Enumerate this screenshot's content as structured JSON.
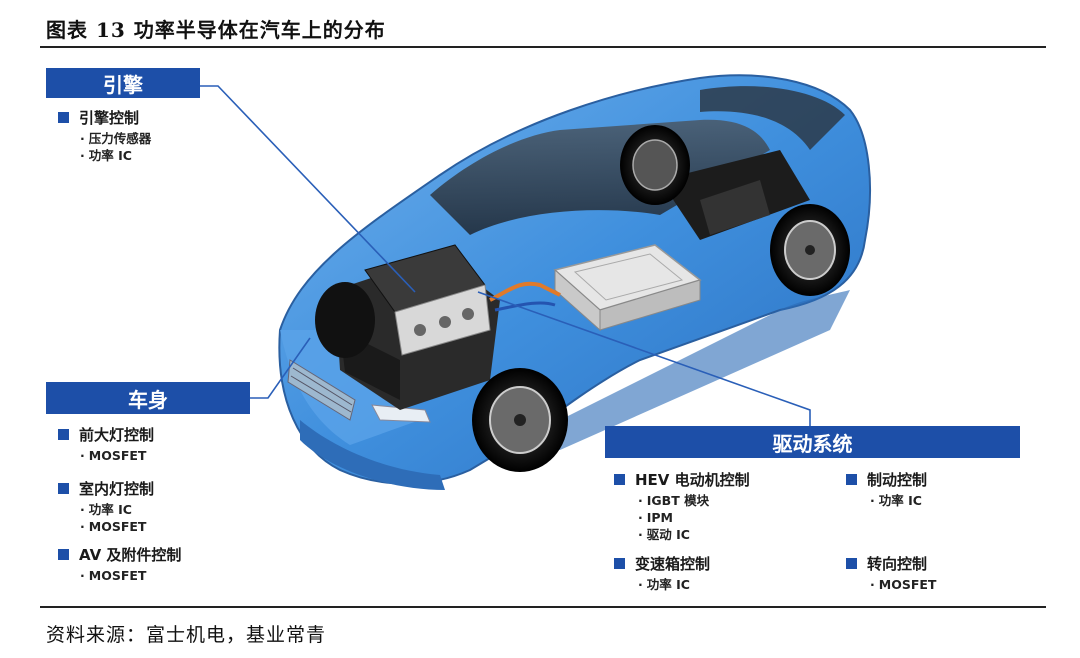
{
  "figure": {
    "title": "图表 13  功率半导体在汽车上的分布",
    "source": "资料来源：富士机电，基业常青"
  },
  "engine": {
    "banner": "引擎",
    "groups": [
      {
        "label": "引擎控制",
        "items": [
          "压力传感器",
          "功率 IC"
        ]
      }
    ]
  },
  "body_section": {
    "banner": "车身",
    "groups": [
      {
        "label": "前大灯控制",
        "items": [
          "MOSFET"
        ]
      },
      {
        "label": "室内灯控制",
        "items": [
          "功率 IC",
          "MOSFET"
        ]
      },
      {
        "label": "AV 及附件控制",
        "items": [
          "MOSFET"
        ]
      }
    ]
  },
  "drive": {
    "banner": "驱动系统",
    "groups": [
      {
        "label": "HEV 电动机控制",
        "items": [
          "IGBT 模块",
          "IPM",
          "驱动 IC"
        ]
      },
      {
        "label": "制动控制",
        "items": [
          "功率 IC"
        ]
      },
      {
        "label": "变速箱控制",
        "items": [
          "功率 IC"
        ]
      },
      {
        "label": "转向控制",
        "items": [
          "MOSFET"
        ]
      }
    ]
  },
  "colors": {
    "banner": "#1d4fa8",
    "car_body": "#3f8fdd",
    "leader_line": "#2a5fb8"
  }
}
